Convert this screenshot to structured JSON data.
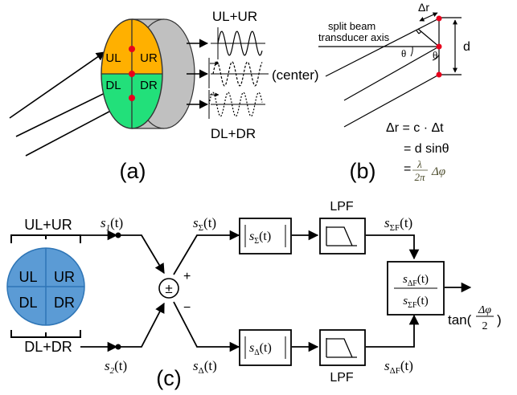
{
  "panel_a": {
    "label": "(a)",
    "quadrants": {
      "ul": "UL",
      "ur": "UR",
      "dl": "DL",
      "dr": "DR"
    },
    "signal_top": "UL+UR",
    "signal_mid": "(center)",
    "signal_bottom": "DL+DR",
    "colors": {
      "upper": "#FFB000",
      "lower": "#22E07A",
      "rim": "#C0C0C0",
      "point": "#E8001C"
    }
  },
  "panel_b": {
    "label": "(b)",
    "axis_label_line1": "split beam",
    "axis_label_line2": "transducer axis",
    "delta_r": "Δr",
    "d": "d",
    "theta": "θ",
    "eq1": "Δr = c · Δt",
    "eq2": "= d sinθ",
    "eq3_eq": "=",
    "eq3_num": "λ",
    "eq3_den": "2π",
    "eq3_tail": "Δφ"
  },
  "panel_c": {
    "label": "(c)",
    "sum_top": "UL+UR",
    "sum_bottom": "DL+DR",
    "quadrants": {
      "ul": "UL",
      "ur": "UR",
      "dl": "DL",
      "dr": "DR"
    },
    "circle_color": "#5B9BD5",
    "s1": "s",
    "s1_sub": "1",
    "s2": "s",
    "s2_sub": "2",
    "t_arg": "(t)",
    "s_sigma": "s",
    "sigma_sub": "Σ",
    "s_delta": "s",
    "delta_sub": "Δ",
    "s_sigma_f": "s",
    "sigma_f_sub": "ΣF",
    "s_delta_f": "s",
    "delta_f_sub": "ΔF",
    "pm": "±",
    "plus": "+",
    "minus": "−",
    "lpf": "LPF",
    "tan_prefix": "tan(",
    "tan_num": "Δφ",
    "tan_den": "2",
    "tan_suffix": ")"
  }
}
